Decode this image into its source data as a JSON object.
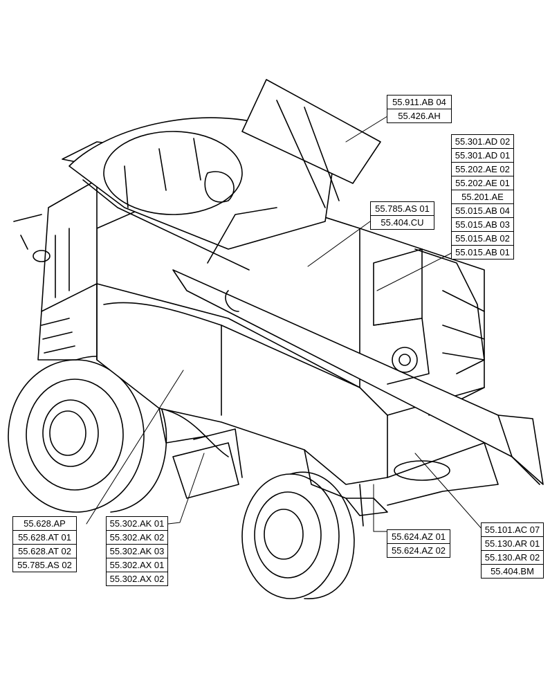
{
  "callouts": {
    "c1": [
      "55.911.AB 04",
      "55.426.AH"
    ],
    "c2": [
      "55.301.AD 02",
      "55.301.AD 01",
      "55.202.AE 02",
      "55.202.AE 01",
      "55.201.AE",
      "55.015.AB 04",
      "55.015.AB 03",
      "55.015.AB 02",
      "55.015.AB 01"
    ],
    "c3": [
      "55.785.AS 01",
      "55.404.CU"
    ],
    "c4": [
      "55.628.AP",
      "55.628.AT 01",
      "55.628.AT 02",
      "55.785.AS 02"
    ],
    "c5": [
      "55.302.AK 01",
      "55.302.AK 02",
      "55.302.AK 03",
      "55.302.AX 01",
      "55.302.AX 02"
    ],
    "c6": [
      "55.624.AZ 01",
      "55.624.AZ 02"
    ],
    "c7": [
      "55.101.AC 07",
      "55.130.AR 01",
      "55.130.AR 02",
      "55.404.BM"
    ]
  }
}
